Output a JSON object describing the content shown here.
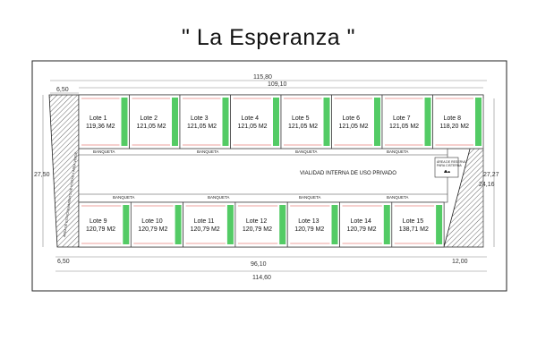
{
  "title": "\" La Esperanza \"",
  "colors": {
    "green": "#35c24a",
    "red": "#d9463d",
    "dim": "#777777",
    "hatch": "#555555"
  },
  "dimensions": {
    "top_total": "115,80",
    "top_inner": "109,10",
    "top_left": "6,50",
    "bottom_total": "114,60",
    "bottom_inner": "96,10",
    "bottom_left": "6,50",
    "bottom_right": "12,00",
    "left_height": "27,50",
    "right_height": "27,27",
    "right_inner": "24,16"
  },
  "labels": {
    "banqueta": "BANQUETA",
    "road": "VIALIDAD INTERNA DE USO PRIVADO",
    "legend": "ÁREA DE RESERVA\nPARA CISTERNA",
    "left_strip": "ÁREA DE ESTACIONAMIENTO DE VISITAS Y ÁREA VERDE"
  },
  "top_lots": [
    {
      "name": "Lote 1",
      "area": "119,36 M2"
    },
    {
      "name": "Lote 2",
      "area": "121,05 M2"
    },
    {
      "name": "Lote 3",
      "area": "121,05 M2"
    },
    {
      "name": "Lote 4",
      "area": "121,05 M2"
    },
    {
      "name": "Lote 5",
      "area": "121,05 M2"
    },
    {
      "name": "Lote 6",
      "area": "121,05 M2"
    },
    {
      "name": "Lote 7",
      "area": "121,05 M2"
    },
    {
      "name": "Lote 8",
      "area": "118,20 M2"
    }
  ],
  "bottom_lots": [
    {
      "name": "Lote 9",
      "area": "120,79 M2"
    },
    {
      "name": "Lote 10",
      "area": "120,79 M2"
    },
    {
      "name": "Lote 11",
      "area": "120,79 M2"
    },
    {
      "name": "Lote 12",
      "area": "120,79 M2"
    },
    {
      "name": "Lote 13",
      "area": "120,79 M2"
    },
    {
      "name": "Lote 14",
      "area": "120,79 M2"
    },
    {
      "name": "Lote 15",
      "area": "138,71 M2"
    }
  ]
}
